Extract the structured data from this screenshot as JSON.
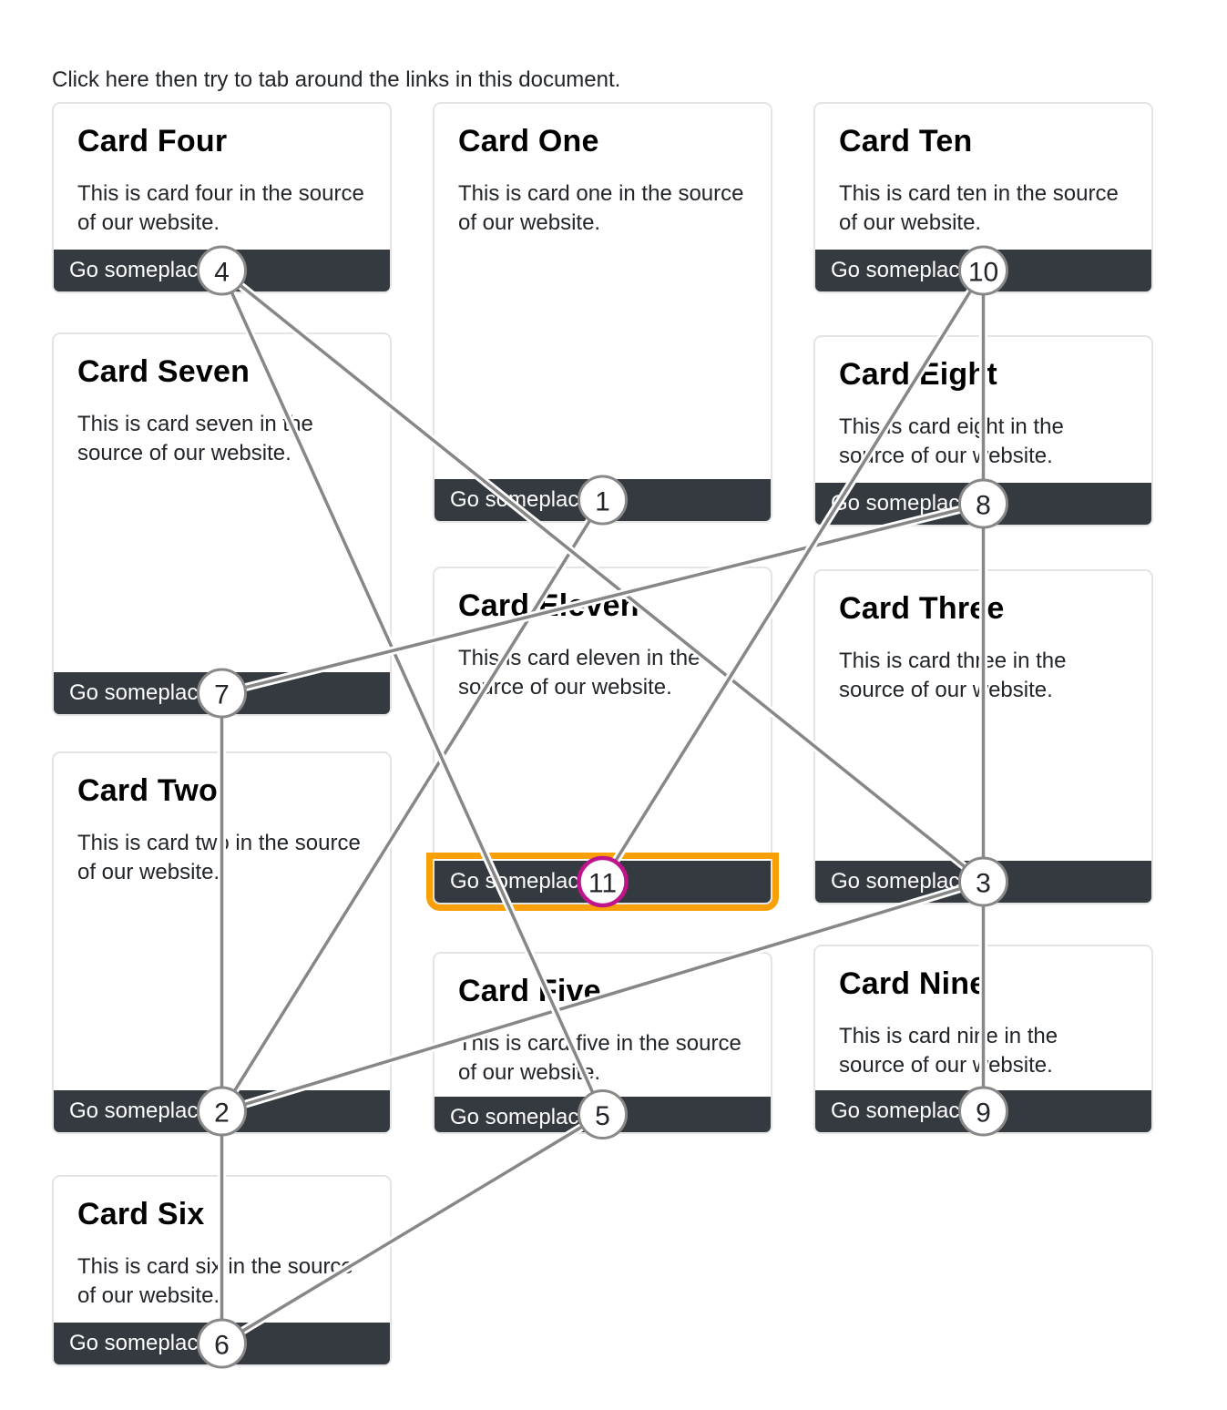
{
  "instruction": "Click here then try to tab around the links in this document.",
  "cards": [
    {
      "id": "four",
      "title": "Card Four",
      "description": "This is card four in the source of our website.",
      "button_label": "Go someplace",
      "tab_number": 4
    },
    {
      "id": "one",
      "title": "Card One",
      "description": "This is card one in the source of our website.",
      "button_label": "Go someplace",
      "tab_number": 1
    },
    {
      "id": "ten",
      "title": "Card Ten",
      "description": "This is card ten in the source of our website.",
      "button_label": "Go someplace",
      "tab_number": 10
    },
    {
      "id": "seven",
      "title": "Card Seven",
      "description": "This is card seven in the source of our website.",
      "button_label": "Go someplace",
      "tab_number": 7
    },
    {
      "id": "eight",
      "title": "Card Eight",
      "description": "This is card eight in the source of our website.",
      "button_label": "Go someplace",
      "tab_number": 8
    },
    {
      "id": "eleven",
      "title": "Card Eleven",
      "description": "This is card eleven in the source of our website.",
      "button_label": "Go someplace",
      "tab_number": 11
    },
    {
      "id": "three",
      "title": "Card Three",
      "description": "This is card three in the source of our website.",
      "button_label": "Go someplace",
      "tab_number": 3
    },
    {
      "id": "two",
      "title": "Card Two",
      "description": "This is card two in the source of our website.",
      "button_label": "Go someplace",
      "tab_number": 2
    },
    {
      "id": "five",
      "title": "Card Five",
      "description": "This is card five in the source of our website.",
      "button_label": "Go someplace",
      "tab_number": 5
    },
    {
      "id": "nine",
      "title": "Card Nine",
      "description": "This is card nine in the source of our website.",
      "button_label": "Go someplace",
      "tab_number": 9
    },
    {
      "id": "six",
      "title": "Card Six",
      "description": "This is card six in the source of our website.",
      "button_label": "Go someplace",
      "tab_number": 6
    }
  ],
  "tab_order": {
    "sequence": [
      "one",
      "two",
      "three",
      "four",
      "five",
      "six",
      "seven",
      "eight",
      "nine",
      "ten",
      "eleven"
    ],
    "focused_card": "eleven"
  },
  "colors": {
    "button_bg": "#343a40",
    "button_text": "#ffffff",
    "line_gray": "#878787",
    "line_casing": "#ffffff",
    "circle_fill": "#ffffff",
    "circle_stroke": "#888888",
    "circle_number": "#212529",
    "focus_circle_stroke": "#c0148c",
    "focus_outline_orange": "#f9a008",
    "card_border": "#e4e4e4"
  }
}
